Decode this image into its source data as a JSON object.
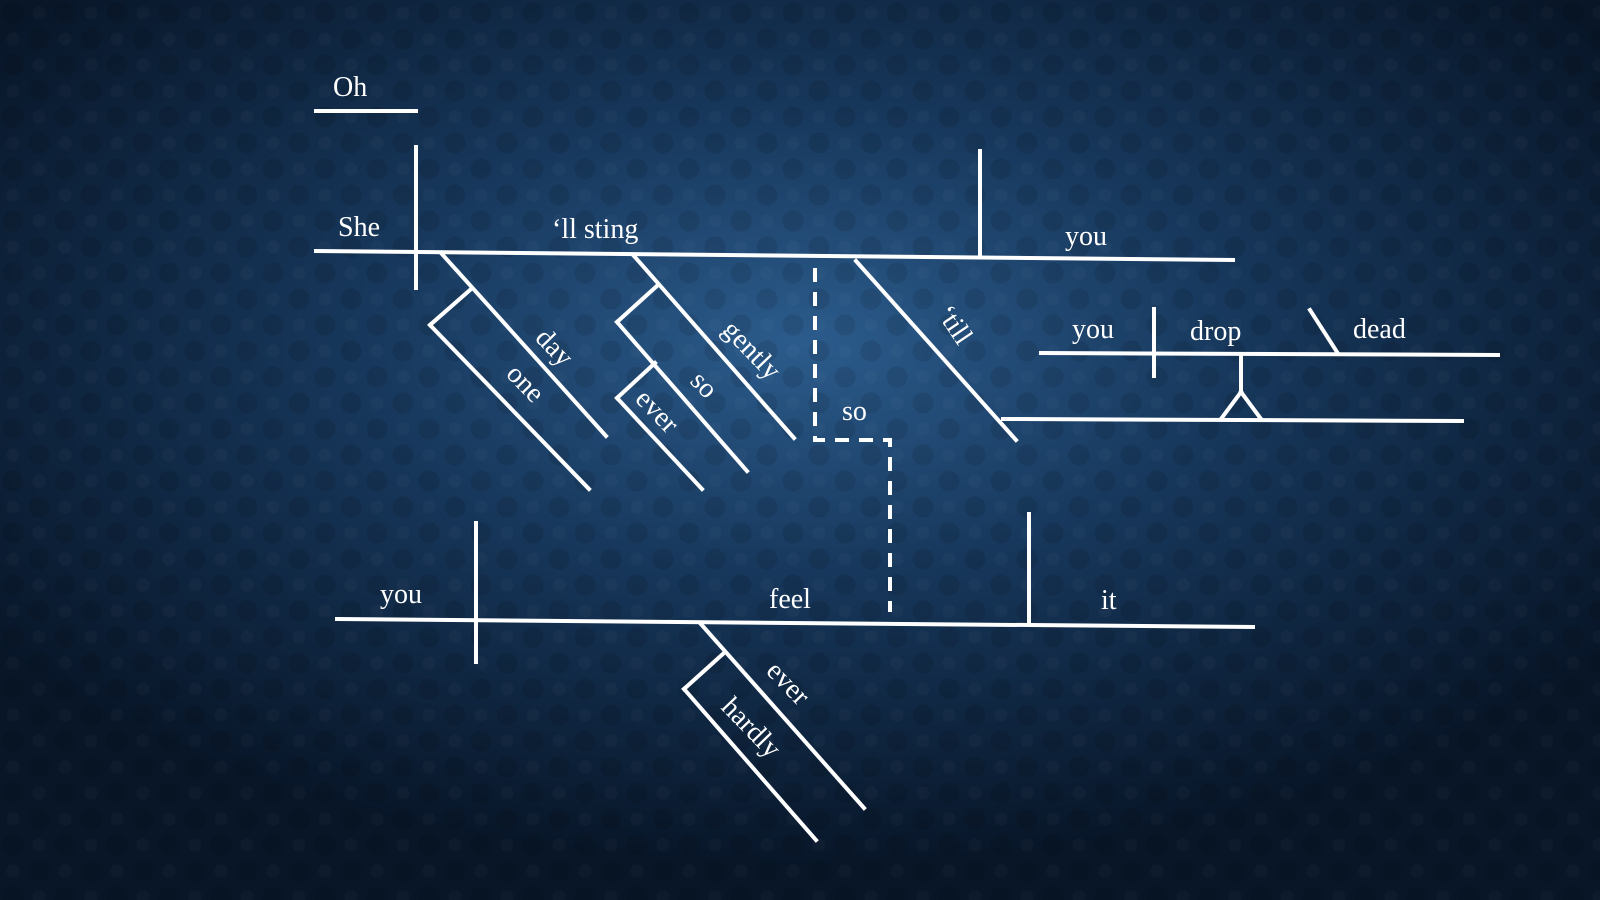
{
  "diagram": {
    "words": {
      "oh": "Oh",
      "she": "She",
      "ll_sting": "‘ll sting",
      "you_object": "you",
      "day": "day",
      "one": "one",
      "gently": "gently",
      "so_modifier": "so",
      "ever_upper": "ever",
      "so_connector": "so",
      "till": "‘till",
      "you_clause": "you",
      "drop": "drop",
      "dead": "dead",
      "you_lower": "you",
      "feel": "feel",
      "it": "it",
      "ever_lower": "ever",
      "hardly": "hardly"
    },
    "colors": {
      "background": "#1b3d63",
      "lines": "#ffffff",
      "text": "#ffffff"
    }
  }
}
